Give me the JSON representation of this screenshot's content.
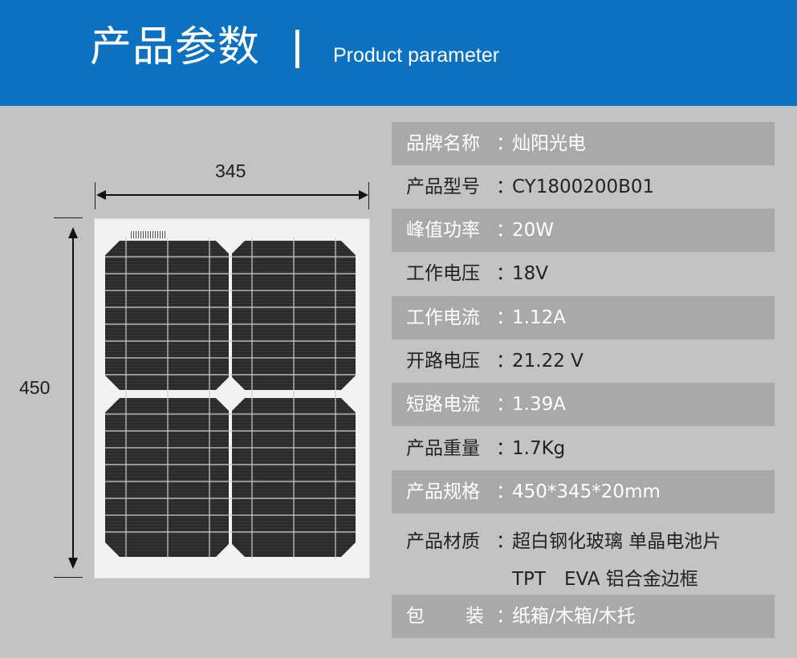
{
  "header": {
    "title": "产品参数",
    "subtitle": "Product parameter"
  },
  "dimensions": {
    "width": "345",
    "height": "450"
  },
  "params": [
    {
      "key": "品牌名称",
      "colon": "：",
      "value": "灿阳光电",
      "shaded": true
    },
    {
      "key": "产品型号",
      "colon": "：",
      "value": "CY1800200B01",
      "shaded": false
    },
    {
      "key": "峰值功率",
      "colon": "：",
      "value": "20W",
      "shaded": true
    },
    {
      "key": "工作电压",
      "colon": "：",
      "value": "18V",
      "shaded": false
    },
    {
      "key": "工作电流",
      "colon": "：",
      "value": "1.12A",
      "shaded": true
    },
    {
      "key": "开路电压",
      "colon": "：",
      "value": "21.22 V",
      "shaded": false
    },
    {
      "key": "短路电流",
      "colon": "：",
      "value": "1.39A",
      "shaded": true
    },
    {
      "key": "产品重量",
      "colon": "：",
      "value": "1.7Kg",
      "shaded": false
    },
    {
      "key": "产品规格",
      "colon": "：",
      "value": "450*345*20mm",
      "shaded": true
    },
    {
      "key": "产品材质",
      "colon": "：",
      "value": "超白钢化玻璃 单晶电池片",
      "value2": "TPT　EVA 铝合金边框",
      "shaded": false
    },
    {
      "key_a": "包",
      "key_b": "装",
      "colon": "：",
      "value": "纸箱/木箱/木托",
      "shaded": true
    }
  ],
  "colors": {
    "header_bg": "#0c71c1",
    "page_bg": "#c3c3c3",
    "row_shaded": "#a9a9a9",
    "cell_dark": "#2a2a2c"
  }
}
